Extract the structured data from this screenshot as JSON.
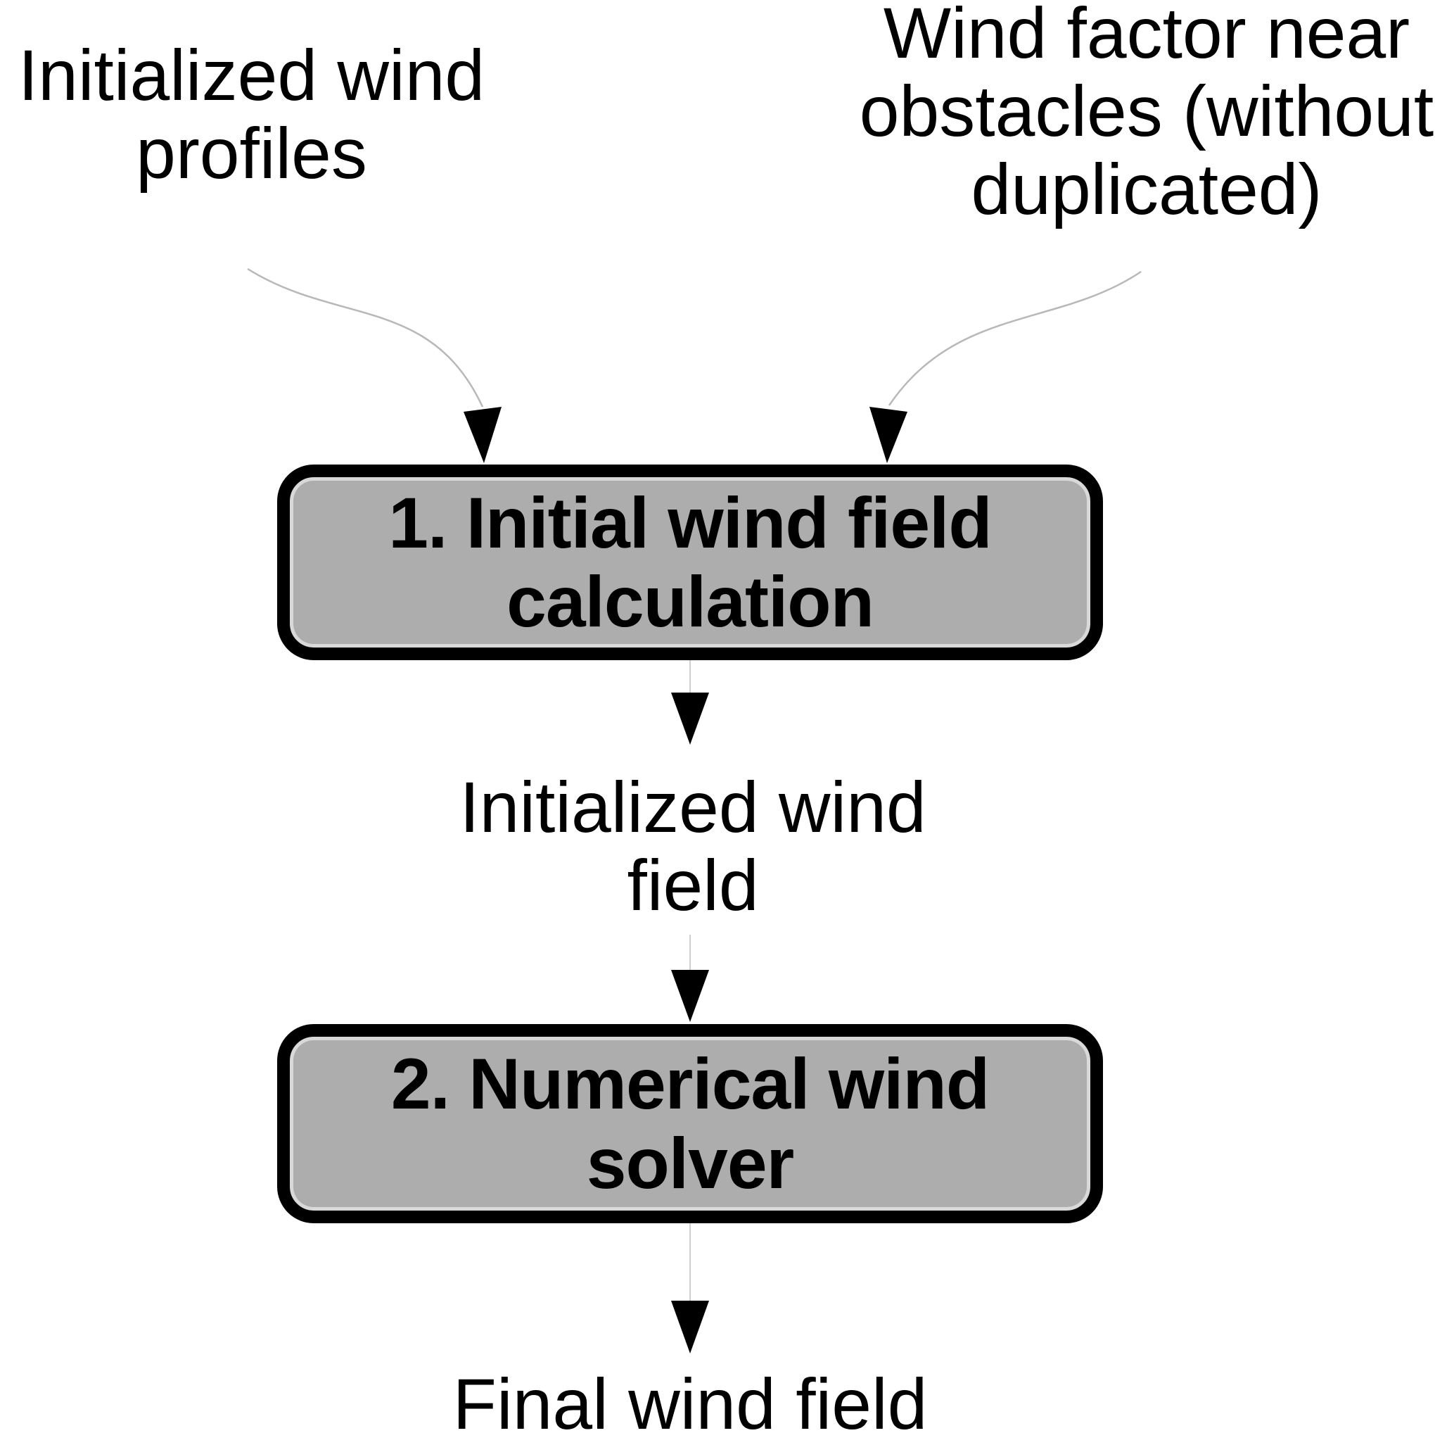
{
  "diagram": {
    "inputs": {
      "left_label": "Initialized wind profiles",
      "right_label": "Wind factor near obstacles (without duplicated)"
    },
    "steps": [
      {
        "label": "1. Initial wind field calculation"
      },
      {
        "label": "2. Numerical wind solver"
      }
    ],
    "flow_labels": {
      "intermediate": "Initialized wind field",
      "final": "Final wind field"
    },
    "colors": {
      "background": "#ffffff",
      "box_fill": "#adadad",
      "box_border": "#000000",
      "box_inner_highlight": "#d9d9d9",
      "connector_curve": "#b8b8b8",
      "connector_line": "#cfcfcf",
      "arrowhead": "#000000",
      "text": "#000000"
    }
  }
}
